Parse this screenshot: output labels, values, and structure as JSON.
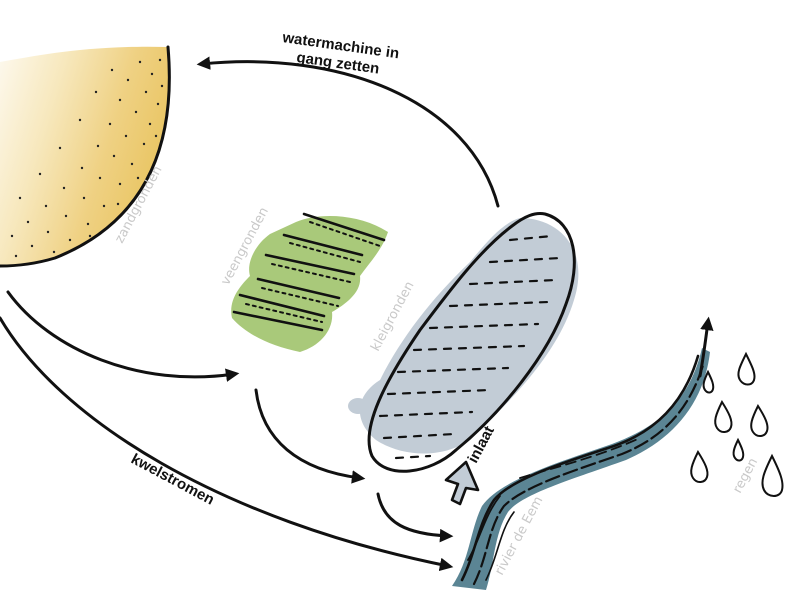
{
  "labels": {
    "watermachine_line1": "watermachine in",
    "watermachine_line2": "gang zetten",
    "zandgronden": "zandgronden",
    "veengronden": "veengronden",
    "kleigronden": "kleigronden",
    "kwelstromen": "kwelstromen",
    "inlaat": "inlaat",
    "rivier": "rivier de Eem",
    "regen": "regen"
  },
  "colors": {
    "sand": "#ecc971",
    "sand_light": "#fbf3dc",
    "peat": "#a9c97a",
    "clay": "#c2ccd6",
    "river": "#5b8594",
    "ink": "#111111",
    "label_light": "#c9c9c9"
  }
}
